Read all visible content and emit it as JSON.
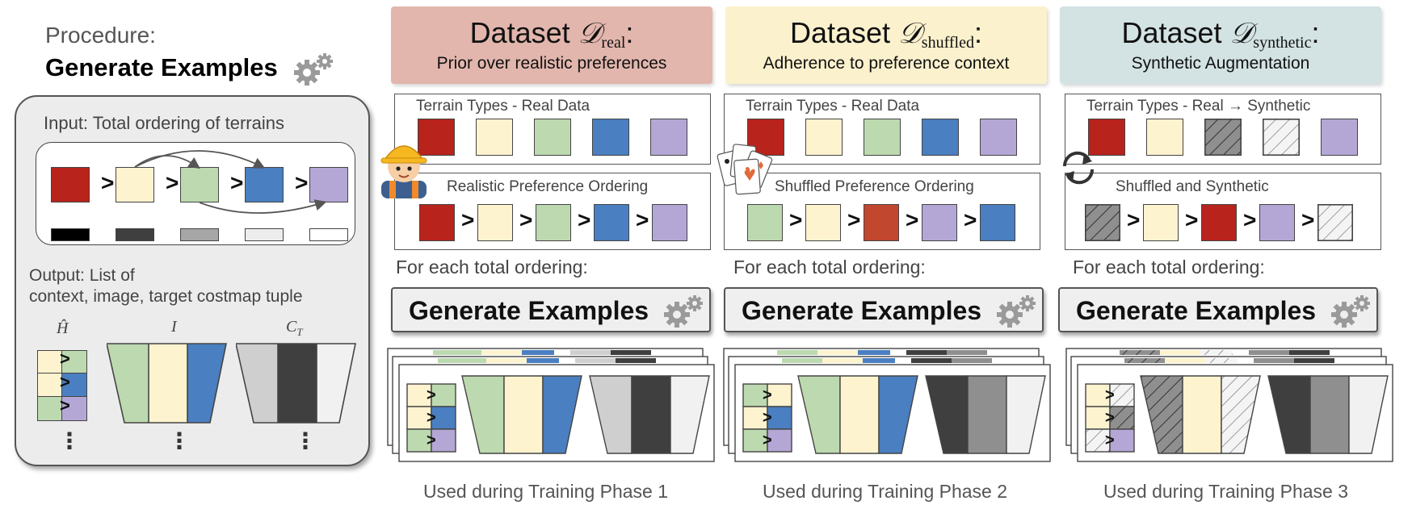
{
  "procedure": {
    "label": "Procedure:",
    "title": "Generate Examples",
    "input_label": "Input: Total  ordering of terrains",
    "output_label_1": "Output: List of",
    "output_label_2": "context, image, target costmap tuple",
    "output_h_symbol": "Ĥ",
    "output_i_symbol": "I",
    "output_c_symbol": "C",
    "output_c_subscript": "T",
    "ellipsis": "⋮"
  },
  "datasets": [
    {
      "title": "Dataset ",
      "symbol": "𝒟",
      "subscript": "real",
      "colon": ":",
      "subtitle": "Prior over realistic preferences",
      "color": "#e2b6ad",
      "terrain_label": "Terrain  Types  - Real Data",
      "ordering_label": "Realistic Preference Ordering",
      "for_each": "For each total ordering:",
      "button": "Generate Examples",
      "phase": "Used during Training Phase 1"
    },
    {
      "title": "Dataset ",
      "symbol": "𝒟",
      "subscript": "shuffled",
      "colon": ":",
      "subtitle": "Adherence to preference context",
      "color": "#fbf1cd",
      "terrain_label": "Terrain  Types  - Real Data",
      "ordering_label": "Shuffled Preference Ordering",
      "for_each": "For each total ordering:",
      "button": "Generate Examples",
      "phase": "Used during Training Phase 2"
    },
    {
      "title": "Dataset ",
      "symbol": "𝒟",
      "subscript": "synthetic",
      "colon": ":",
      "subtitle": "Synthetic Augmentation",
      "color": "#d3e2e3",
      "terrain_label": "Terrain  Types  -  Real → Synthetic",
      "ordering_label": "Shuffled and Synthetic",
      "for_each": "For each total ordering:",
      "button": "Generate Examples",
      "phase": "Used during Training Phase 3"
    }
  ],
  "symbols": {
    "gt": ">"
  },
  "colors": {
    "red": "#b8231c",
    "cream": "#fdf3cf",
    "green": "#bdd9b0",
    "blue": "#4a7fc1",
    "lavender": "#b4a7d6",
    "black": "#000000",
    "dark": "#3f3f3f",
    "mid": "#a6a6a6",
    "light": "#ededed",
    "white": "#ffffff",
    "brick": "#c1472f",
    "hatch_dark": "#8f8f8f"
  },
  "icons": [
    "gear-icon",
    "worker-icon",
    "playing-cards-icon",
    "refresh-arrows-icon"
  ]
}
